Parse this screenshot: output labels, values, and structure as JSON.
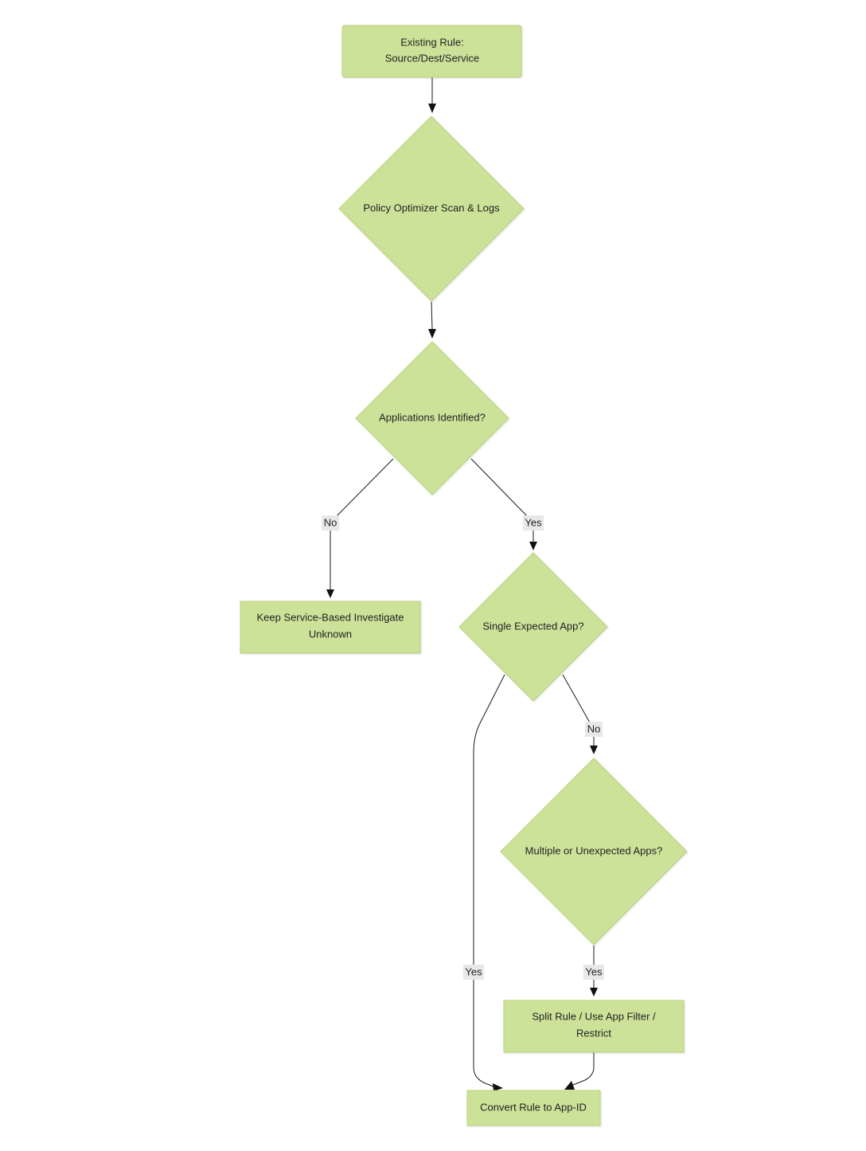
{
  "colors": {
    "node_fill": "#cde299",
    "node_stroke": "#b9d17e",
    "edge_stroke": "#1a1a1a",
    "label_bg": "#e8e8e8",
    "text": "#222222"
  },
  "nodes": {
    "existing_rule": {
      "line1": "Existing Rule:",
      "line2": "Source/Dest/Service"
    },
    "policy_optimizer": {
      "label": "Policy Optimizer Scan & Logs"
    },
    "apps_identified": {
      "label": "Applications Identified?"
    },
    "keep_service": {
      "line1": "Keep Service-Based Investigate",
      "line2": "Unknown"
    },
    "single_app": {
      "label": "Single Expected App?"
    },
    "multiple_apps": {
      "label": "Multiple or Unexpected Apps?"
    },
    "split_rule": {
      "line1": "Split Rule / Use App Filter /",
      "line2": "Restrict"
    },
    "convert_rule": {
      "label": "Convert Rule to App-ID"
    }
  },
  "edge_labels": {
    "apps_no": "No",
    "apps_yes": "Yes",
    "single_no": "No",
    "single_yes": "Yes",
    "multiple_yes": "Yes"
  }
}
